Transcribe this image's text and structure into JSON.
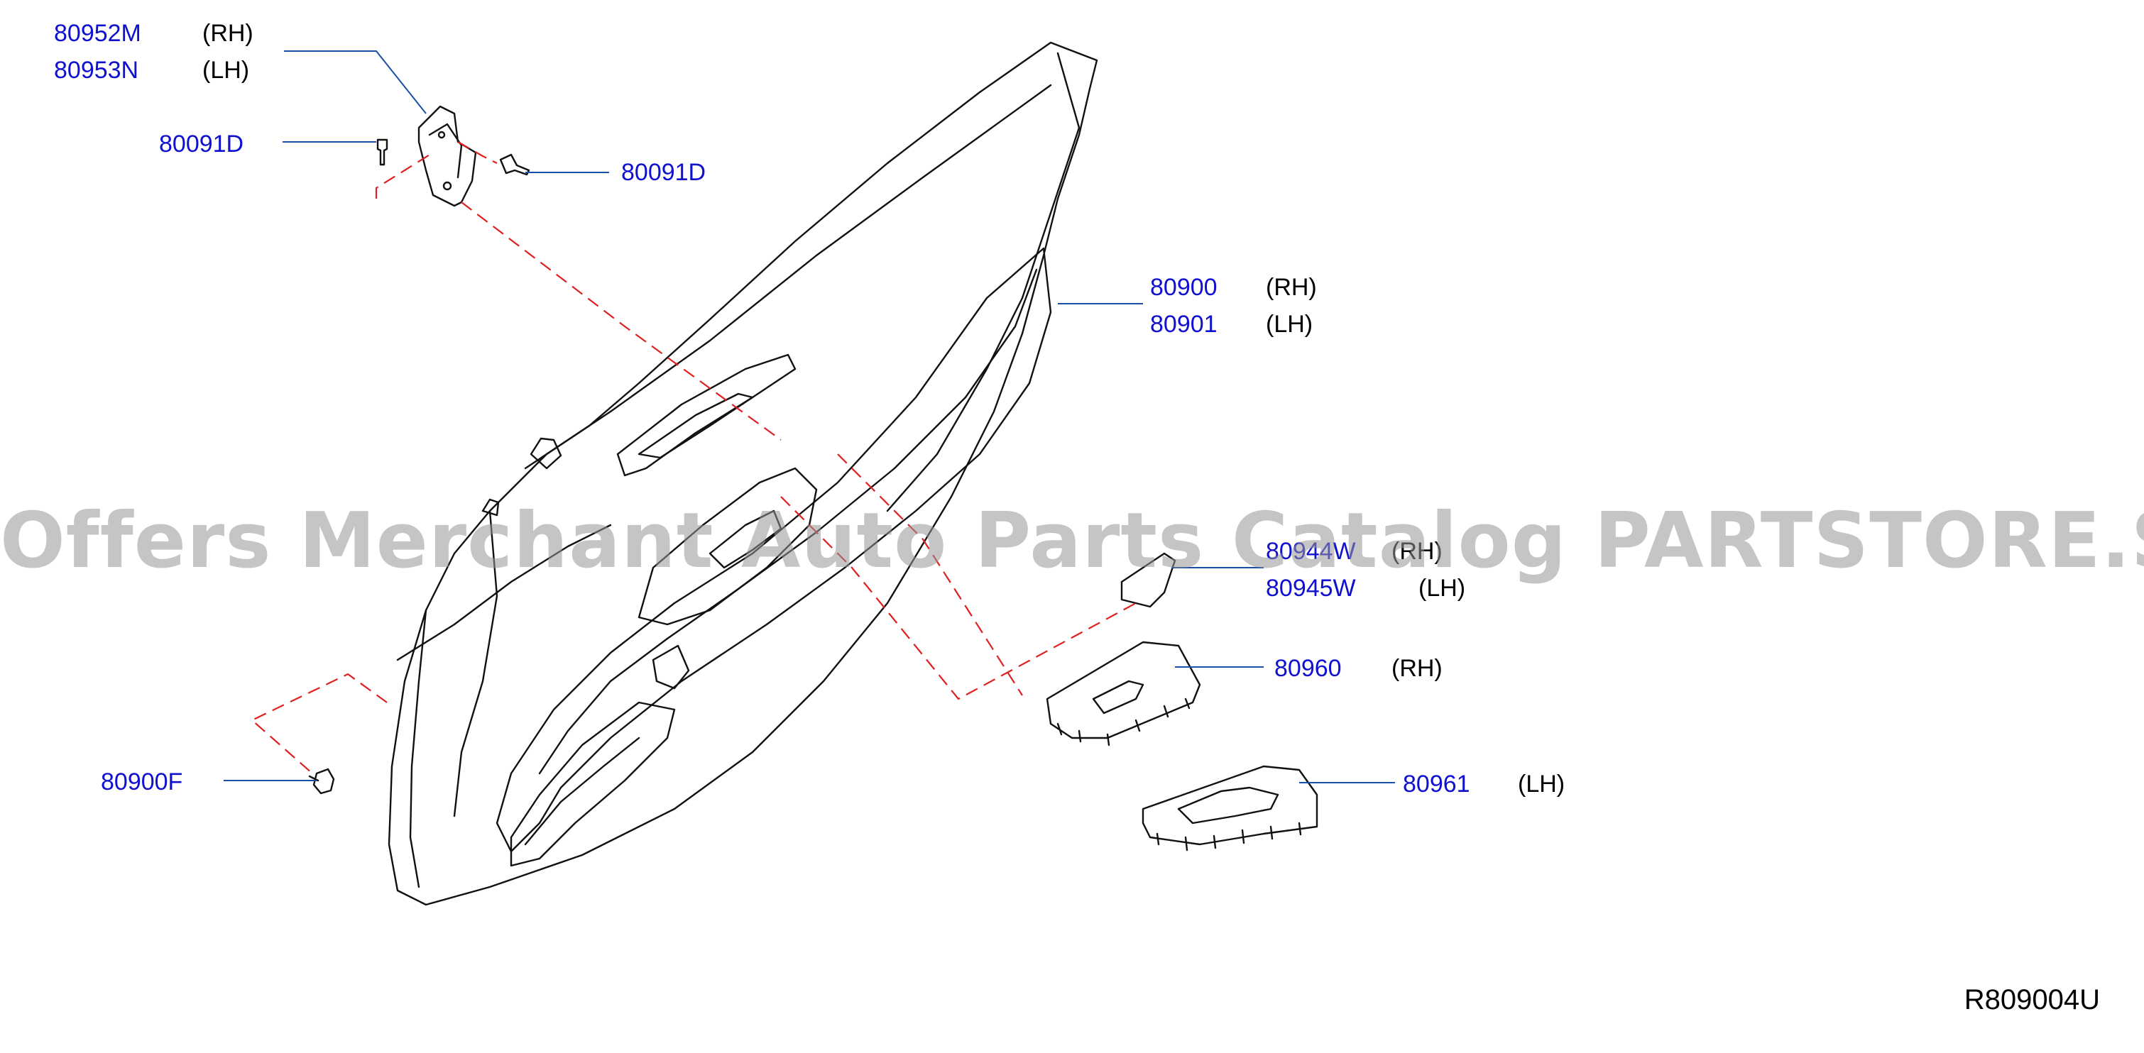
{
  "callouts": [
    {
      "part": "80952M",
      "side": "(RH)"
    },
    {
      "part": "80953N",
      "side": "(LH)"
    },
    {
      "part": "80091D",
      "side": ""
    },
    {
      "part": "80091D",
      "side": ""
    },
    {
      "part": "80900",
      "side": "(RH)"
    },
    {
      "part": "80901",
      "side": "(LH)"
    },
    {
      "part": "80944W",
      "side": "(RH)"
    },
    {
      "part": "80945W",
      "side": "(LH)"
    },
    {
      "part": "80960",
      "side": "(RH)"
    },
    {
      "part": "80961",
      "side": "(LH)"
    },
    {
      "part": "80900F",
      "side": ""
    }
  ],
  "watermark": "Offers Merchant Auto Parts Catalog PARTSTORE.SA",
  "diagram_code": "R809004U",
  "colors": {
    "part_number": "#1010d0",
    "leader": "#1a4fa8",
    "hidden_line": "#e02020",
    "outline": "#111111"
  }
}
